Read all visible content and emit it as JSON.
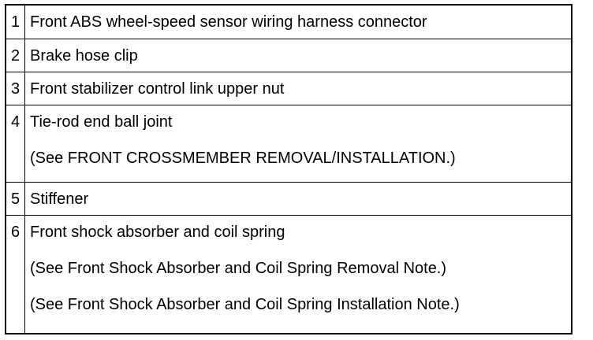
{
  "rows": [
    {
      "number": "1",
      "lines": [
        "Front ABS wheel-speed sensor wiring harness connector"
      ]
    },
    {
      "number": "2",
      "lines": [
        "Brake hose clip"
      ]
    },
    {
      "number": "3",
      "lines": [
        "Front stabilizer control link upper nut"
      ]
    },
    {
      "number": "4",
      "lines": [
        "Tie-rod end ball joint",
        "(See FRONT CROSSMEMBER REMOVAL/INSTALLATION.)"
      ]
    },
    {
      "number": "5",
      "lines": [
        "Stiffener"
      ]
    },
    {
      "number": "6",
      "lines": [
        "Front shock absorber and coil spring",
        "(See Front Shock Absorber and Coil Spring Removal Note.)",
        "(See Front Shock Absorber and Coil Spring Installation Note.)"
      ]
    }
  ]
}
